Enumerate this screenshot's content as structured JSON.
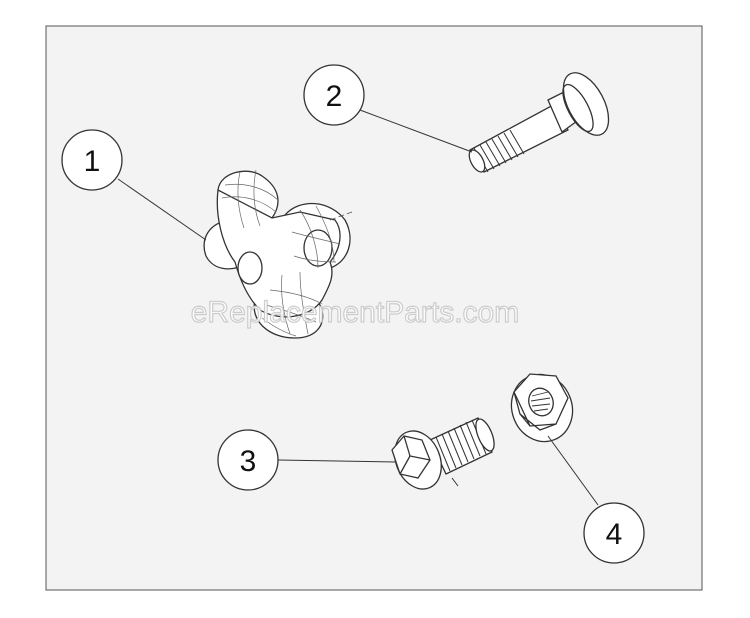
{
  "diagram": {
    "callouts": [
      {
        "number": "1",
        "part": "knob"
      },
      {
        "number": "2",
        "part": "carriage-bolt"
      },
      {
        "number": "3",
        "part": "hex-bolt"
      },
      {
        "number": "4",
        "part": "hex-nut"
      }
    ],
    "watermark": "eReplacementParts.com",
    "colors": {
      "frame_fill": "#f3f3f3",
      "frame_border": "#555555",
      "line": "#333333",
      "circle_fill": "#ffffff"
    }
  }
}
